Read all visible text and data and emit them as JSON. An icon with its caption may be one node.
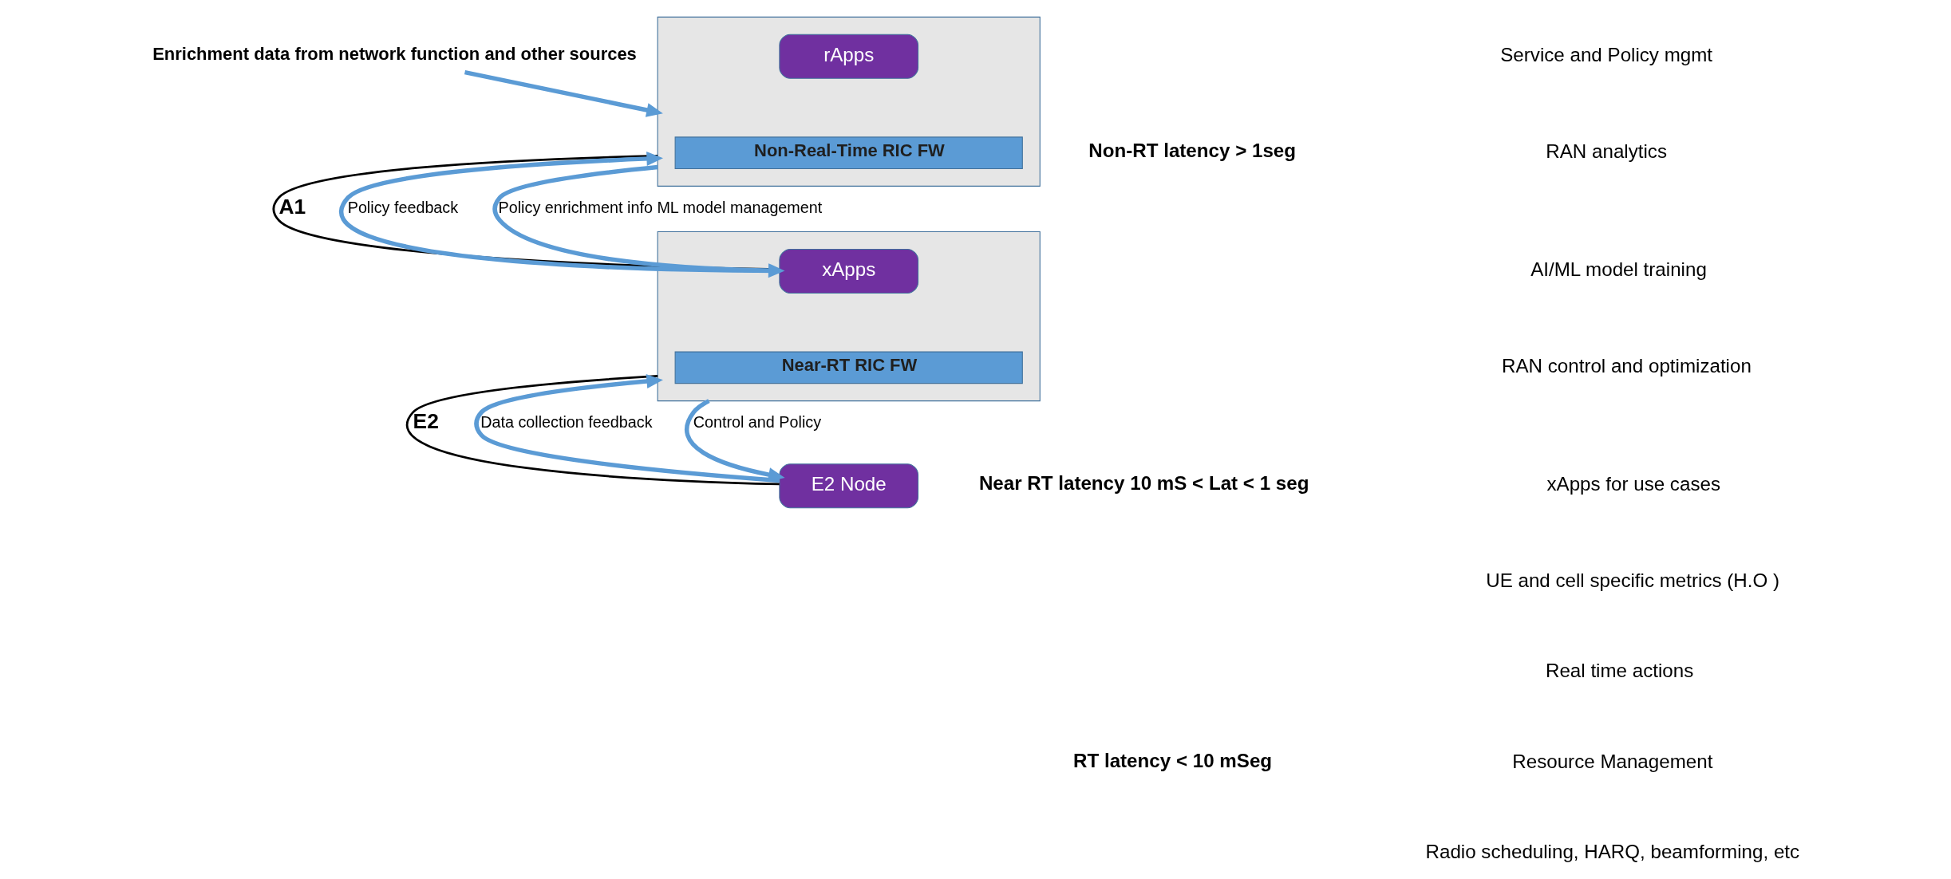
{
  "diagram": {
    "nodes": [
      {
        "text": [],
        "shape": "box"
      },
      {
        "text": [
          "rApps"
        ],
        "in": 0
      },
      {
        "text": [
          "Non-Real-Time RIC FW"
        ],
        "in": 0
      },
      {
        "text": [],
        "shape": "box"
      },
      {
        "text": [
          "xApps"
        ],
        "in": 3
      },
      {
        "text": [
          "Near-RT RIC FW"
        ],
        "in": 3
      },
      {
        "text": [
          "E2 Node"
        ]
      },
      {
        "text": [
          "Enrichment data from network function and other sources"
        ]
      }
    ],
    "edges": [
      {
        "from": 7,
        "to": 0,
        "arrow": "to"
      },
      {
        "from": 0,
        "to": 4,
        "arrow": "none",
        "label": "A1",
        "color": "#000000"
      },
      {
        "from": 4,
        "to": 0,
        "arrow": "to",
        "label": "Policy feedback"
      },
      {
        "from": 0,
        "to": 4,
        "arrow": "to",
        "label": "Policy enrichment info ML model management"
      },
      {
        "from": 3,
        "to": 6,
        "arrow": "none",
        "label": "E2",
        "color": "#000000"
      },
      {
        "from": 6,
        "to": 3,
        "arrow": "to",
        "label": "Data collection feedback"
      },
      {
        "from": 3,
        "to": 6,
        "arrow": "to",
        "label": "Control and Policy"
      }
    ],
    "labels": [
      "Non-RT latency > 1seg",
      "Service and Policy mgmt",
      "RAN analytics",
      "AI/ML model training",
      "Near RT latency 10 mS < Lat < 1 seg",
      "RAN control and optimization",
      "xApps for use cases",
      "UE and cell specific metrics (H.O )",
      "RT latency < 10 mSeg",
      "Real time actions",
      "Resource Management",
      "Radio scheduling, HARQ, beamforming, etc"
    ]
  }
}
